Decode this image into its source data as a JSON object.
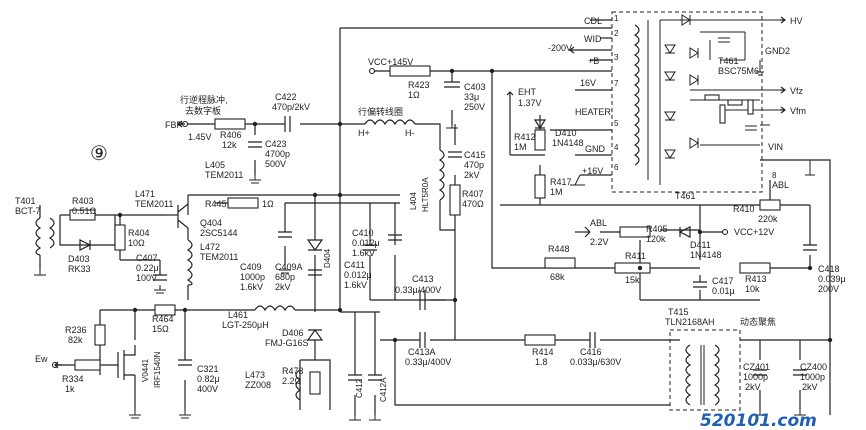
{
  "labels": {
    "fig_num": "⑨",
    "fbp": "FBP",
    "fbp_note": "行逆程脉冲,",
    "fbp_note2": "去数字板",
    "fbp_v": "1.45V",
    "r406": "R406",
    "r406v": "12k",
    "c422": "C422",
    "c422v": "470p/2kV",
    "c423": "C423",
    "c423v": "4700p",
    "c423u": "500V",
    "vcc145": "VCC+145V",
    "r423": "R423",
    "r423v": "1Ω",
    "c403": "C403",
    "c403v": "33μ",
    "c403u": "250V",
    "yoke": "行偏转线圈",
    "hplus": "H+",
    "hminus": "H-",
    "c415": "C415",
    "c415v": "470p",
    "c415u": "2kV",
    "r407": "R407",
    "r407v": "470Ω",
    "l404": "L404",
    "l404v": "HLT5R0A",
    "eht": "EHT",
    "eht_v": "1.37V",
    "r412": "R412",
    "r412v": "1M",
    "d410": "D410",
    "d410v": "1N4148",
    "r417": "R417",
    "r417v": "1M",
    "heater": "HEATER",
    "gnd": "GND",
    "v16": "16V",
    "v16b": "+16V",
    "cdl": "CDL",
    "wid": "WID",
    "pb": "+B",
    "m200": "-200V",
    "hv": "HV",
    "gnd2": "GND2",
    "t461": "T461",
    "t461v": "BSC75M6",
    "vfz": "Vfz",
    "vfm": "Vfm",
    "vin": "VIN",
    "abl": "ABL",
    "abl2": "ABL",
    "t461b": "T461",
    "n1": "1",
    "n2": "2",
    "n3": "3",
    "n4": "4",
    "n5": "5",
    "n6": "6",
    "n7": "7",
    "n8": "8",
    "r410": "R410",
    "r410v": "220k",
    "r405": "R405",
    "r405v": "120k",
    "d411": "D411",
    "d411v": "1N4148",
    "vcc12": "VCC+12V",
    "v22": "2.2V",
    "r448": "R448",
    "r448v": "68k",
    "r411": "R411",
    "r411v": "15k",
    "c417": "C417",
    "c417v": "0.01μ",
    "r413": "R413",
    "r413v": "10k",
    "c418": "C418",
    "c418v": "0.039μ",
    "c418u": "200V",
    "t401": "T401",
    "t401v": "BCT-7",
    "r403": "R403",
    "r403v": "0.51Ω",
    "d403": "D403",
    "d403v": "RK33",
    "r404": "R404",
    "r404v": "10Ω",
    "l471": "L471",
    "l471v": "TEM2011",
    "l405": "L405",
    "l405v": "TEM2011",
    "r445": "R445",
    "r445v": "1Ω",
    "q404": "Q404",
    "q404v": "2SC5144",
    "l472": "L472",
    "l472v": "TEM2011",
    "c407": "C407",
    "c407v": "0.22μ",
    "c407u": "100V",
    "c409": "C409",
    "c409v": "1000p",
    "c409u": "1.6kV",
    "c409a": "C409A",
    "c409av": "680p",
    "c409au": "2kV",
    "d404": "D404",
    "c410": "C410",
    "c410v": "0.012μ",
    "c410u": "1.6kV",
    "c411": "C411",
    "c411v": "0.012μ",
    "c411u": "1.6kV",
    "c413": "C413",
    "c413v": "0.33μ/400V",
    "r236": "R236",
    "r236v": "82k",
    "r464": "R464",
    "r464v": "15Ω",
    "l461": "L461",
    "l461v": "LGT-250μH",
    "d406": "D406",
    "d406v": "FMJ-G16S",
    "ew": "Ew",
    "r334": "R334",
    "r334v": "1k",
    "v0441": "V0441",
    "v0441v": "IRF1540N",
    "c321": "C321",
    "c321v": "0.82μ",
    "c321u": "400V",
    "l473": "L473",
    "l473v": "ZZ008",
    "r473": "R473",
    "r473v": "2.2Ω",
    "c412": "C412",
    "c412a": "C412A",
    "c413a": "C413A",
    "c413av": "0.33μ/400V",
    "r414": "R414",
    "r414v": "1.8",
    "c416": "C416",
    "c416v": "0.033μ/630V",
    "t415": "T415",
    "t415v": "TLN2168AH",
    "dyn": "动态聚焦",
    "cz401": "CZ401",
    "cz401v": "1000p",
    "cz401u": "2kV",
    "cz400": "CZ400",
    "cz400v": "1000p",
    "cz400u": "2kV",
    "watermark": "520101.com"
  }
}
